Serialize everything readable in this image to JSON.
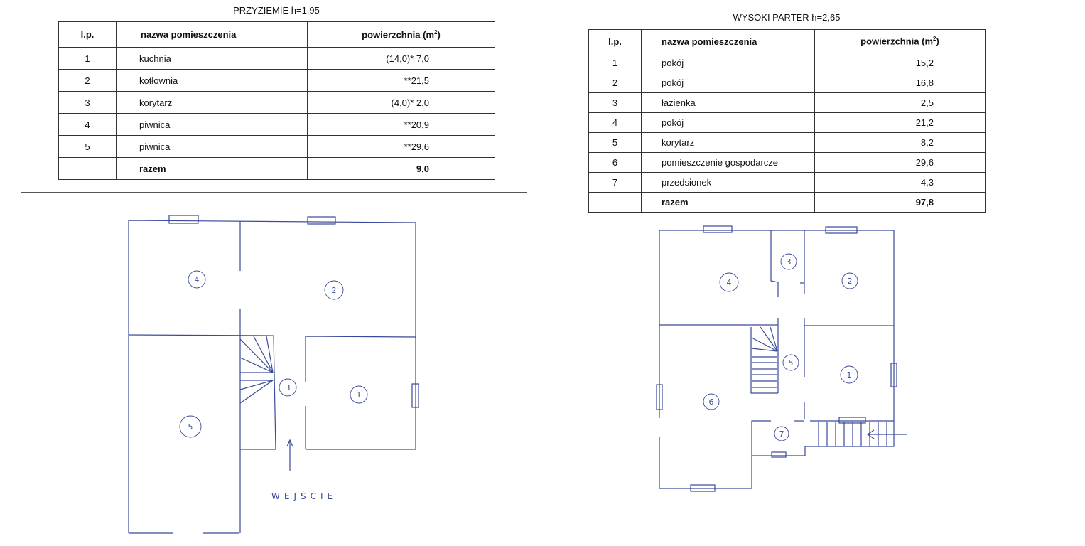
{
  "ground_floor": {
    "title": "PRZYZIEMIE h=1,95",
    "headers": {
      "lp": "l.p.",
      "name": "nazwa pomieszczenia",
      "area": "powierzchnia (m",
      "area_sup": "2",
      "area_close": ")"
    },
    "rows": [
      {
        "lp": "1",
        "name": "kuchnia",
        "area": "(14,0)* 7,0"
      },
      {
        "lp": "2",
        "name": "kotłownia",
        "area": "**21,5"
      },
      {
        "lp": "3",
        "name": "korytarz",
        "area": "(4,0)* 2,0"
      },
      {
        "lp": "4",
        "name": "piwnica",
        "area": "**20,9"
      },
      {
        "lp": "5",
        "name": "piwnica",
        "area": "**29,6"
      }
    ],
    "total": {
      "label": "razem",
      "area": "9,0"
    },
    "plan_labels": [
      "4",
      "2",
      "3",
      "1",
      "5"
    ],
    "entrance": "WEJŚCIE"
  },
  "high_ground_floor": {
    "title": "WYSOKI PARTER h=2,65",
    "headers": {
      "lp": "l.p.",
      "name": "nazwa pomieszczenia",
      "area": "powierzchnia (m",
      "area_sup": "2",
      "area_close": ")"
    },
    "rows": [
      {
        "lp": "1",
        "name": "pokój",
        "area": "15,2"
      },
      {
        "lp": "2",
        "name": "pokój",
        "area": "16,8"
      },
      {
        "lp": "3",
        "name": "łazienka",
        "area": "2,5"
      },
      {
        "lp": "4",
        "name": "pokój",
        "area": "21,2"
      },
      {
        "lp": "5",
        "name": "korytarz",
        "area": "8,2"
      },
      {
        "lp": "6",
        "name": "pomieszczenie gospodarcze",
        "area": "29,6"
      },
      {
        "lp": "7",
        "name": "przedsionek",
        "area": "4,3"
      }
    ],
    "total": {
      "label": "razem",
      "area": "97,8"
    },
    "plan_labels": [
      "4",
      "3",
      "2",
      "5",
      "1",
      "6",
      "7"
    ]
  },
  "colors": {
    "ink": "#3a4a9a"
  }
}
